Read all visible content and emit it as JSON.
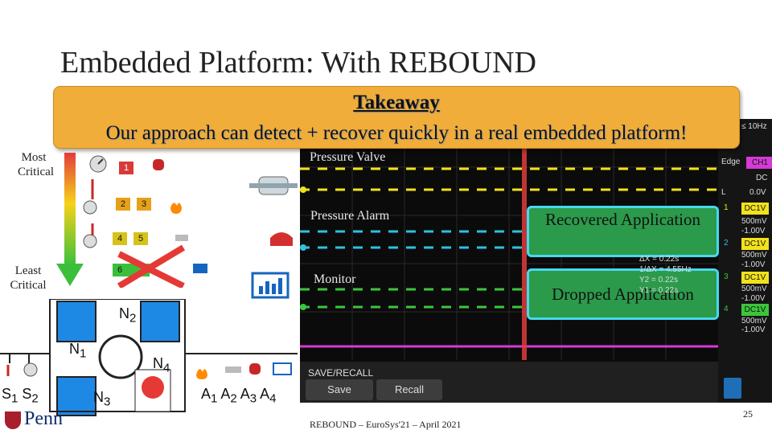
{
  "slide": {
    "title": "Embedded Platform: With REBOUND",
    "footer": "REBOUND – EuroSys'21 – April 2021",
    "page_number": "25"
  },
  "takeaway": {
    "heading": "Takeaway",
    "body": "Our approach can detect + recover quickly in a real embedded platform!"
  },
  "criticality": {
    "most": "Most Critical",
    "least": "Least Critical",
    "tasks": [
      "1",
      "2",
      "3",
      "4",
      "5",
      "6"
    ]
  },
  "network": {
    "nodes": {
      "n1": "N",
      "n2": "N",
      "n3": "N",
      "n4": "N"
    },
    "subs": {
      "n1": "1",
      "n2": "2",
      "n3": "3",
      "n4": "4"
    },
    "sensors": {
      "s1": "S",
      "s1_sub": "1",
      "s2": "S",
      "s2_sub": "2"
    },
    "actuators": {
      "a1": "A",
      "a1_sub": "1",
      "a2": "A",
      "a2_sub": "2",
      "a3": "A",
      "a3_sub": "3",
      "a4": "A",
      "a4_sub": "4"
    }
  },
  "scope": {
    "traces": {
      "pressure_valve": "Pressure Valve",
      "pressure_alarm": "Pressure Alarm",
      "monitor": "Monitor"
    },
    "recovered": "Recovered Application",
    "dropped": "Dropped Application",
    "top_right": "≤ 10Hz",
    "side": {
      "r1": "Edge",
      "r1b": "CH1",
      "r2": "DC",
      "r3": "L",
      "r3b": "0.0V",
      "ch1": "1",
      "ch2": "2",
      "ch3": "3",
      "ch4": "4",
      "ch_label": "DC1V",
      "meas1": "500mV",
      "meas2": "-1.00V"
    },
    "cursor": {
      "dx": "ΔX = 0.22s",
      "inv": "1/ΔX = 4.55Hz",
      "y2": "Y2 = 0.22s",
      "y1": "Y1 = 0.22s"
    },
    "save_recall": "SAVE/RECALL",
    "save": "Save",
    "recall": "Recall"
  },
  "logo": {
    "text": "Penn"
  },
  "colors": {
    "accent_orange": "#f0ad3a",
    "trace_yellow": "#f2e21b",
    "trace_cyan": "#2fc0e0",
    "trace_green": "#3cc63c",
    "trace_magenta": "#d63ad6",
    "fault_red": "#e23c3c"
  }
}
